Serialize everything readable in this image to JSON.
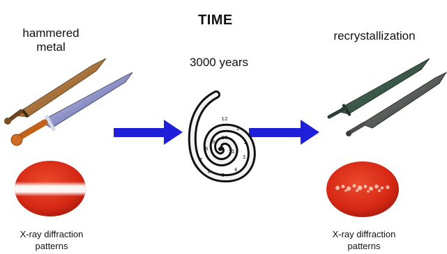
{
  "header": {
    "title": "TIME",
    "duration": "3000 years"
  },
  "left": {
    "label_line1": "hammered",
    "label_line2": "metal",
    "caption_line1": "X-ray diffraction",
    "caption_line2": "patterns"
  },
  "right": {
    "label": "recrystallization",
    "caption_line1": "X-ray diffraction",
    "caption_line2": "patterns"
  },
  "clock_numbers": [
    "12",
    "1",
    "2",
    "3",
    "4",
    "5",
    "6",
    "7",
    "8",
    "9",
    "10",
    "11"
  ],
  "colors": {
    "arrow": "#1f1fd9",
    "bronze": "#a9743d",
    "patina": "#3c5a4a",
    "diffraction_red": "#d62815"
  },
  "icons": [
    "sword-icon",
    "arrow-right-icon",
    "spiral-clock-icon",
    "diffraction-pattern-icon"
  ]
}
